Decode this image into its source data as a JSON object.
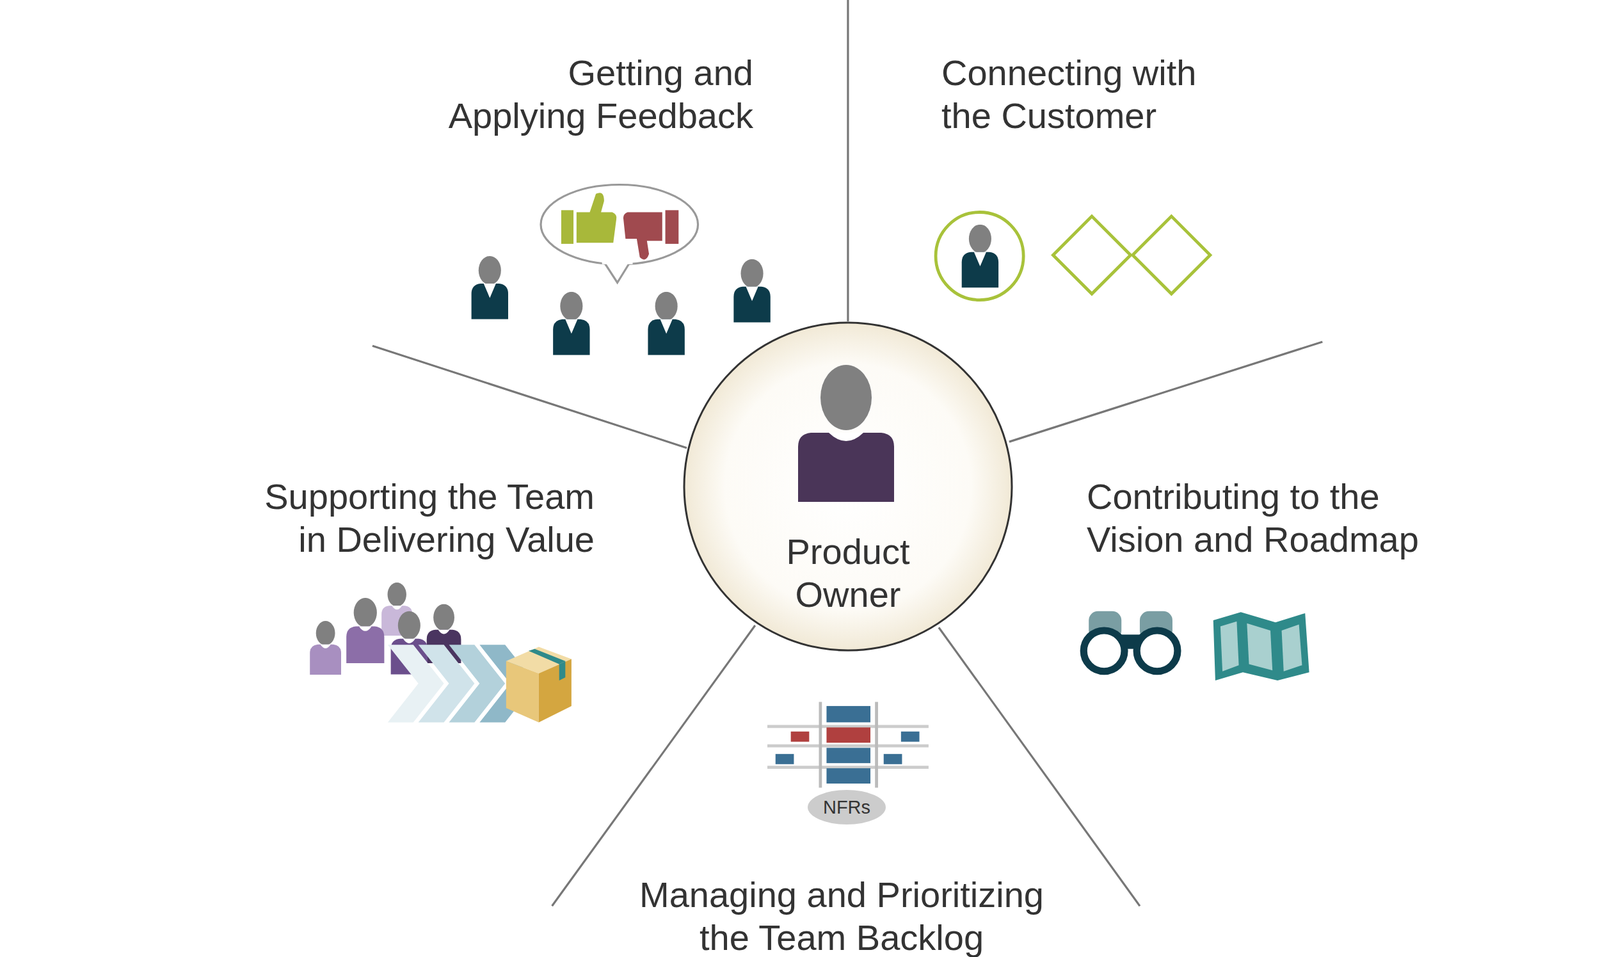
{
  "diagram": {
    "nodes": [
      {
        "text": [
          "Product Owner"
        ]
      },
      {
        "text": [
          "NFRs"
        ]
      }
    ],
    "labels": [
      "Getting and Applying Feedback",
      "Connecting with the Customer",
      "Supporting the Team in Delivering Value",
      "Contributing to the Vision and Roadmap",
      "Managing and Prioritizing the Team Backlog"
    ]
  }
}
